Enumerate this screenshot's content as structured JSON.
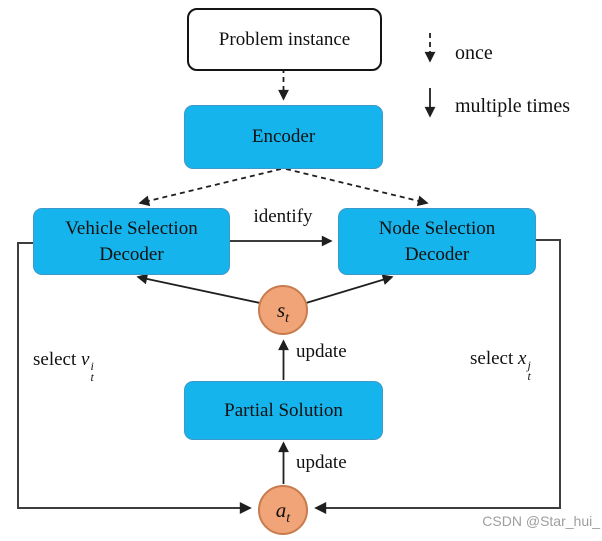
{
  "nodes": {
    "problem_instance": "Problem instance",
    "encoder": "Encoder",
    "vehicle_decoder_line1": "Vehicle Selection",
    "vehicle_decoder_line2": "Decoder",
    "node_decoder_line1": "Node Selection",
    "node_decoder_line2": "Decoder",
    "partial_solution": "Partial Solution",
    "state": {
      "var": "s",
      "sub": "t"
    },
    "action": {
      "var": "a",
      "sub": "t"
    }
  },
  "edges": {
    "identify": "identify",
    "update_state": "update",
    "update_partial": "update",
    "select_vehicle": {
      "word": "select",
      "var": "v",
      "sub": "t",
      "sup": "i"
    },
    "select_node": {
      "word": "select",
      "var": "x",
      "sub": "t",
      "sup": "j"
    }
  },
  "legend": {
    "once": "once",
    "multiple_times": "multiple times"
  },
  "colors": {
    "box_fill": "#16B4EC",
    "box_border": "#3D99C8",
    "circle_fill": "#F0A478",
    "circle_border": "#C87C4E",
    "arrow": "#1F1F1F",
    "frame_line": "#3D3D3D",
    "watermark": "#9E9E9E"
  },
  "watermark": "CSDN @Star_hui_"
}
